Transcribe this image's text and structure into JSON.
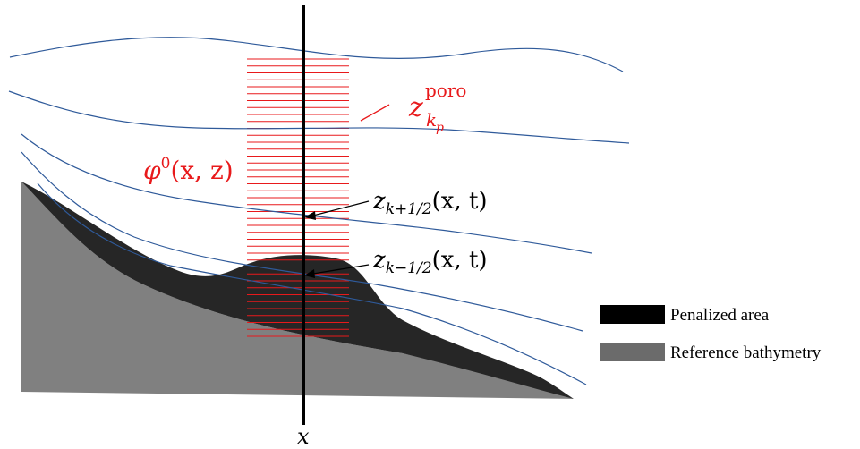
{
  "labels": {
    "porosity_symbol": "φ",
    "porosity_superscript": "0",
    "porosity_args": "(x, z)",
    "poro_level_symbol": "z",
    "poro_level_superscript": "poro",
    "poro_level_subscript_k": "k",
    "poro_level_subscript_p": "p",
    "interface_upper_symbol": "z",
    "interface_upper_subscript": "k+1/2",
    "interface_upper_args": "(x, t)",
    "interface_lower_symbol": "z",
    "interface_lower_subscript": "k−1/2",
    "interface_lower_args": "(x, t)",
    "x_axis_label": "x"
  },
  "legend": [
    {
      "label": "Penalized area",
      "color": "#000000"
    },
    {
      "label": "Reference bathymetry",
      "color": "#6b6b6b"
    }
  ],
  "colors": {
    "layer_lines": "#2f5a9a",
    "poro_hatch": "#e8191b",
    "penalized": "#262626",
    "bathymetry": "#808080",
    "annotation_text_red": "#e8191b"
  }
}
